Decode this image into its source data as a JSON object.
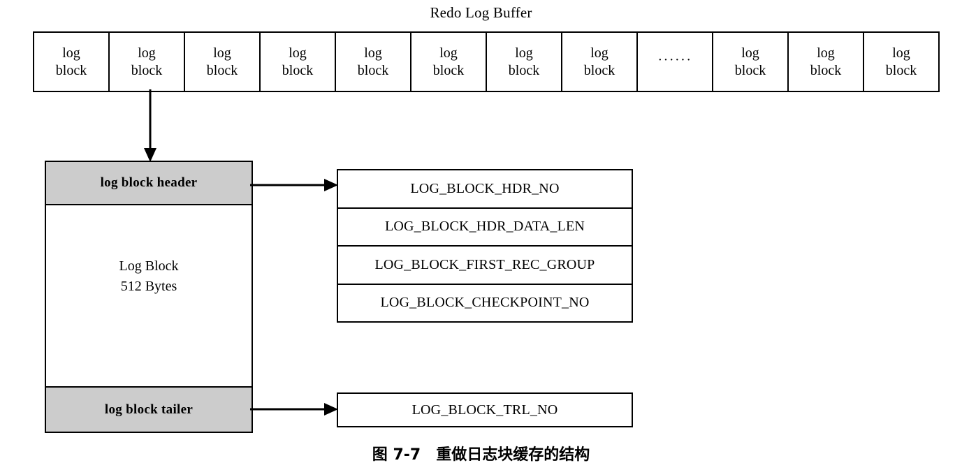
{
  "figure": {
    "buffer_title": "Redo Log Buffer",
    "caption": "图 7-7　重做日志块缓存的结构"
  },
  "redo_log_buffer": {
    "cells": [
      {
        "kind": "block",
        "line1": "log",
        "line2": "block"
      },
      {
        "kind": "block",
        "line1": "log",
        "line2": "block"
      },
      {
        "kind": "block",
        "line1": "log",
        "line2": "block"
      },
      {
        "kind": "block",
        "line1": "log",
        "line2": "block"
      },
      {
        "kind": "block",
        "line1": "log",
        "line2": "block"
      },
      {
        "kind": "block",
        "line1": "log",
        "line2": "block"
      },
      {
        "kind": "block",
        "line1": "log",
        "line2": "block"
      },
      {
        "kind": "block",
        "line1": "log",
        "line2": "block"
      },
      {
        "kind": "ellipsis",
        "text": "······"
      },
      {
        "kind": "block",
        "line1": "log",
        "line2": "block"
      },
      {
        "kind": "block",
        "line1": "log",
        "line2": "block"
      },
      {
        "kind": "block",
        "line1": "log",
        "line2": "block"
      }
    ]
  },
  "log_block": {
    "header_label": "log block header",
    "body_line1": "Log Block",
    "body_line2": "512 Bytes",
    "tailer_label": "log block tailer",
    "band_fill_color": "#cccccc",
    "border_color": "#000000"
  },
  "header_fields": {
    "rows": [
      "LOG_BLOCK_HDR_NO",
      "LOG_BLOCK_HDR_DATA_LEN",
      "LOG_BLOCK_FIRST_REC_GROUP",
      "LOG_BLOCK_CHECKPOINT_NO"
    ]
  },
  "tailer_fields": {
    "rows": [
      "LOG_BLOCK_TRL_NO"
    ]
  }
}
